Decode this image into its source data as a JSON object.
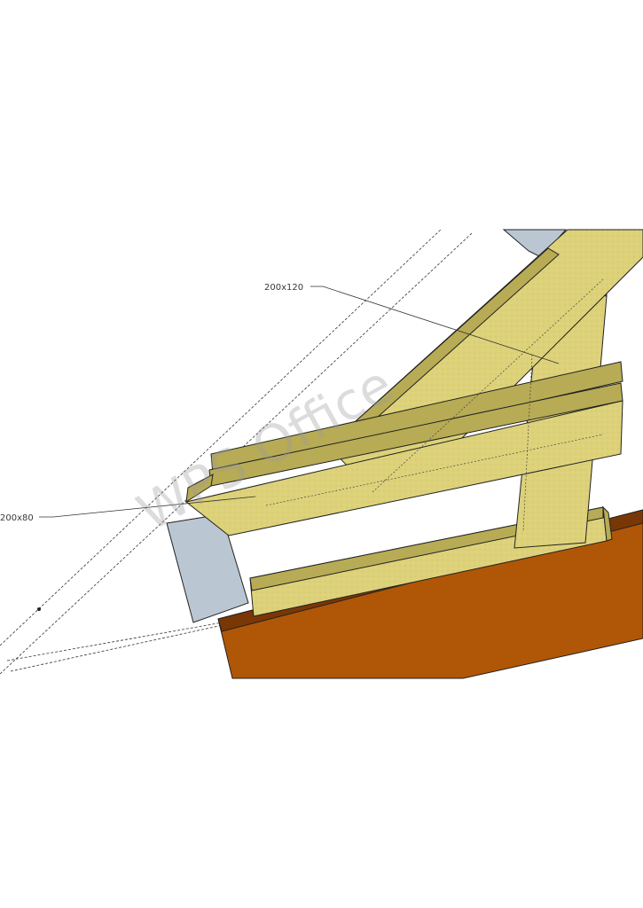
{
  "labels": {
    "upper_dimension": "200x120",
    "lower_dimension": "200x80"
  },
  "watermark": "WPS Office",
  "colors": {
    "timber": "#ddd27a",
    "timber_shadow": "#b7ab55",
    "timber_edge": "#222222",
    "steel_plate": "#bac7d3",
    "brick_beam": "#b05607",
    "brick_beam_dark": "#7a3706",
    "guide_lines": "#333333"
  }
}
